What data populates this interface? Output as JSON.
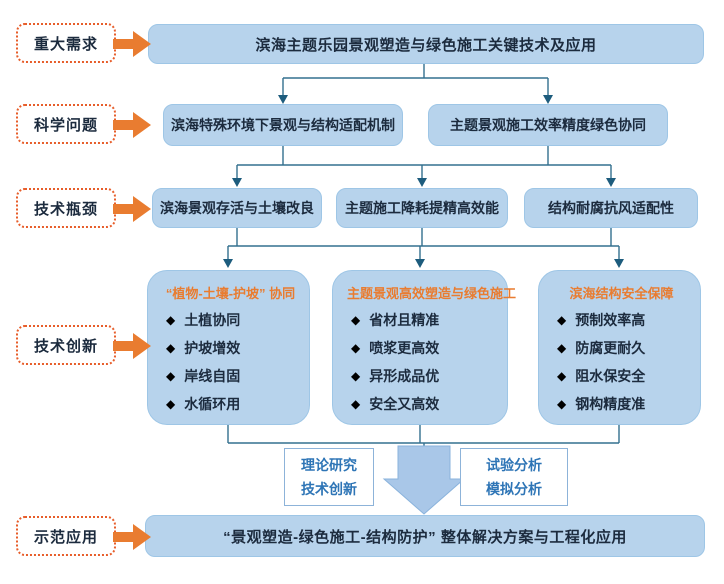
{
  "colors": {
    "box-blue": "#b7d3ec",
    "box-blue-border": "#9ec6e6",
    "accent-orange": "#e97c30",
    "label-border-orange": "#e75d2a",
    "dark-text": "#1c2b3e",
    "orange-text": "#e97c30",
    "connector": "#33708f",
    "connector-dark": "#1d5c7d",
    "big-arrow-fill": "#a9c7e8",
    "big-arrow-stroke": "#8ab3dc",
    "white-box-border": "#8db3d9",
    "white-box-text": "#2e75b6"
  },
  "labels": {
    "row1": "重大需求",
    "row2": "科学问题",
    "row3": "技术瓶颈",
    "row4": "技术创新",
    "row5": "示范应用"
  },
  "row1": {
    "box": "滨海主题乐园景观塑造与绿色施工关键技术及应用"
  },
  "row2": {
    "box1": "滨海特殊环境下景观与结构适配机制",
    "box2": "主题景观施工效率精度绿色协同"
  },
  "row3": {
    "box1": "滨海景观存活与土壤改良",
    "box2": "主题施工降耗提精高效能",
    "box3": "结构耐腐抗风适配性"
  },
  "row4": {
    "bullet_icon": "◆",
    "cards": [
      {
        "title": "“植物-土壤-护坡” 协同",
        "items": [
          "土植协同",
          "护坡增效",
          "岸线自固",
          "水循环用"
        ]
      },
      {
        "title": "主题景观高效塑造与绿色施工",
        "items": [
          "省材且精准",
          "喷浆更高效",
          "异形成品优",
          "安全又高效"
        ]
      },
      {
        "title": "滨海结构安全保障",
        "items": [
          "预制效率高",
          "防腐更耐久",
          "阻水保安全",
          "钢构精度准"
        ]
      }
    ]
  },
  "middle": {
    "left_box": {
      "line1": "理论研究",
      "line2": "技术创新"
    },
    "right_box": {
      "line1": "试验分析",
      "line2": "模拟分析"
    }
  },
  "row5": {
    "box": "“景观塑造-绿色施工-结构防护” 整体解决方案与工程化应用"
  }
}
